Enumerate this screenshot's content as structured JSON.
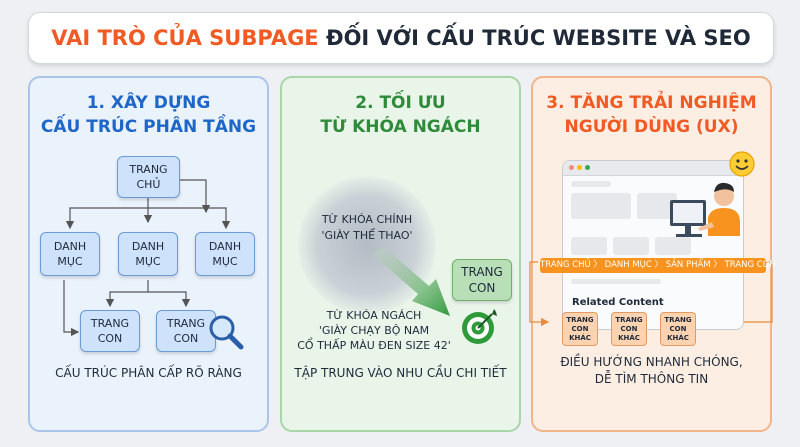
{
  "title": {
    "accent": "VAI TRÒ CỦA SUBPAGE",
    "rest": "ĐỐI VỚI CẤU TRÚC WEBSITE VÀ SEO"
  },
  "panels": [
    {
      "title_line1": "1. XÂY DỰNG",
      "title_line2": "CẤU TRÚC PHÂN TẦNG",
      "root": {
        "line1": "TRANG",
        "line2": "CHỦ"
      },
      "categories": [
        {
          "line1": "DANH",
          "line2": "MỤC"
        },
        {
          "line1": "DANH",
          "line2": "MỤC"
        },
        {
          "line1": "DANH",
          "line2": "MỤC"
        }
      ],
      "children": [
        {
          "line1": "TRANG",
          "line2": "CON"
        },
        {
          "line1": "TRANG",
          "line2": "CON"
        }
      ],
      "caption": "CẤU TRÚC PHÂN CẤP RÕ RÀNG"
    },
    {
      "title_line1": "2. TỐI ƯU",
      "title_line2": "TỪ KHÓA NGÁCH",
      "main_keyword_label": "TỪ KHÓA CHÍNH",
      "main_keyword_value": "'GIÀY THỂ THAO'",
      "subpage": {
        "line1": "TRANG",
        "line2": "CON"
      },
      "niche_label": "TỪ KHÓA NGÁCH",
      "niche_line1": "'GIÀY CHẠY BỘ NAM",
      "niche_line2": "CỔ THẤP MÀU ĐEN SIZE 42'",
      "caption": "TẬP TRUNG VÀO NHU CẦU CHI TIẾT"
    },
    {
      "title_line1": "3. TĂNG TRẢI NGHIỆM",
      "title_line2": "NGƯỜI DÙNG (UX)",
      "breadcrumb": "TRANG CHỦ 〉 DANH MỤC 〉 SẢN PHẨM 〉 TRANG CON",
      "related_title": "Related Content",
      "related": [
        {
          "line1": "TRANG",
          "line2": "CON",
          "line3": "KHÁC"
        },
        {
          "line1": "TRANG",
          "line2": "CON",
          "line3": "KHÁC"
        },
        {
          "line1": "TRANG",
          "line2": "CON",
          "line3": "KHÁC"
        }
      ],
      "caption_line1": "ĐIỀU HƯỚNG NHANH CHÓNG,",
      "caption_line2": "DỄ TÌM THÔNG TIN"
    }
  ],
  "icons": [
    "magnifier-icon",
    "target-icon",
    "smiley-icon",
    "person-at-computer-icon"
  ],
  "colors": {
    "accent": "#f15a24",
    "blue": "#1f66c9",
    "green": "#2e8b3a",
    "orange": "#f7931e"
  }
}
